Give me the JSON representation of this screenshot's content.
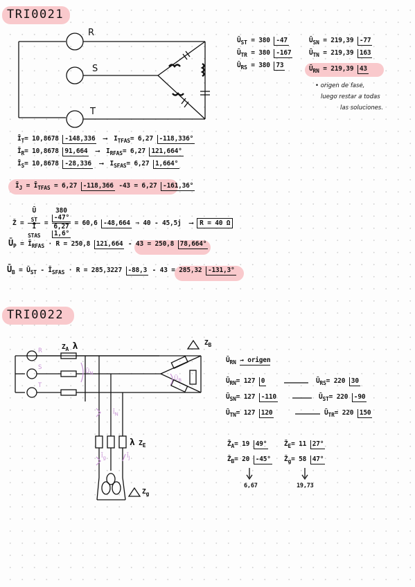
{
  "s1": {
    "title": "TRI0021",
    "circuit_labels": {
      "r": "R",
      "s": "S",
      "t": "T"
    },
    "voltages_line": [
      {
        "lhs": "Ū",
        "sub": "ST",
        "mag": "= 380",
        "ang": "-47"
      },
      {
        "lhs": "Ū",
        "sub": "TR",
        "mag": "= 380",
        "ang": "-167"
      },
      {
        "lhs": "Ū",
        "sub": "RS",
        "mag": "= 380",
        "ang": "73"
      }
    ],
    "voltages_phase": [
      {
        "lhs": "Ū",
        "sub": "SN",
        "mag": "= 219,39",
        "ang": "-77"
      },
      {
        "lhs": "Ū",
        "sub": "TN",
        "mag": "= 219,39",
        "ang": "163"
      },
      {
        "lhs": "Ū",
        "sub": "RN",
        "mag": "= 219,39",
        "ang": "43"
      }
    ],
    "note_lines": [
      "• origen de fase,",
      "luego restar a todas",
      "las soluciones."
    ],
    "currents": [
      {
        "lhs": "Ī",
        "sub": "T",
        "val": "= 10,8678",
        "ang": "-148,336",
        "rhs": "I",
        "rsub": "TFAS",
        "rval": "= 6,27",
        "rang": "-118,336°"
      },
      {
        "lhs": "Ī",
        "sub": "R",
        "val": "= 10,8678",
        "ang": "91,664",
        "rhs": "I",
        "rsub": "RFAS",
        "rval": "= 6,27",
        "rang": "121,664°"
      },
      {
        "lhs": "Ī",
        "sub": "S",
        "val": "= 10,8678",
        "ang": "-28,336",
        "rhs": "I",
        "rsub": "SFAS",
        "rval": "= 6,27",
        "rang": "1,664°"
      }
    ],
    "ij": {
      "lhs": "Ī",
      "sub": "J",
      "eq": "= Ī",
      "esub": "TFAS",
      "mid": "= 6,27",
      "ang1": "-118,366",
      "mid2": "-43 = 6,27",
      "ang2": "-161,36°"
    },
    "z": {
      "lhs": "Ž =",
      "frac1_num": "Ū",
      "frac1_num_sub": "ST",
      "frac1_den": "Ī",
      "frac1_den_sub": "STAS",
      "frac2_num": "380",
      "frac2_num_ang": "-47°",
      "frac2_den": "6,27",
      "frac2_den_ang": "1,6°",
      "result": "= 60,6",
      "result_ang": "-48,664",
      "arrow": "⇒ 40 - 45,5j",
      "boxed": "R = 40 Ω"
    },
    "up": {
      "lhs": "Ū",
      "sub": "P",
      "eq": "= Ī",
      "esub": "RFAS",
      "mid": "· R = 250,8",
      "ang": "121,664",
      "tail": "- 43",
      "res": "= 250,8",
      "res_ang": "78,664°"
    },
    "ub": {
      "lhs": "Ū",
      "sub": "B",
      "eq": "= Ū",
      "esub": "ST",
      "mid": "- Ī",
      "msub": "SFAS",
      "tail": "· R = 285,3227",
      "ang": "-88,3",
      "tail2": "- 43",
      "res": "= 285,32",
      "res_ang": "-131,3°"
    }
  },
  "s2": {
    "title": "TRI0022",
    "za_label": "Z",
    "za_sub": "A",
    "lambda": "λ",
    "zb_label": "Z",
    "zb_sub": "B",
    "ze_label": "Z",
    "ze_sub": "E",
    "zg_label": "Z",
    "zg_sub": "g",
    "pink_left": [
      "R",
      "S",
      "T"
    ],
    "pink_un": "Ū",
    "pink_un_sub": "N",
    "pink_ub": "Ū",
    "pink_ub_sub": "B",
    "pink_in": "Ī",
    "pink_in_sub": "N",
    "pink_ig": "Ī",
    "pink_ig_sub": "g",
    "pink_ij": "Ī",
    "pink_ij_sub": "J",
    "origin": {
      "lhs": "Ū",
      "sub": "RN",
      "txt": "→ origen"
    },
    "phase": [
      {
        "lhs": "Ū",
        "sub": "RN",
        "val": "= 127",
        "ang": "0"
      },
      {
        "lhs": "Ū",
        "sub": "SN",
        "val": "= 127",
        "ang": "-110"
      },
      {
        "lhs": "Ū",
        "sub": "TN",
        "val": "= 127",
        "ang": "120"
      }
    ],
    "line": [
      {
        "lhs": "Ū",
        "sub": "RS",
        "val": "= 220",
        "ang": "30"
      },
      {
        "lhs": "Ū",
        "sub": "ST",
        "val": "= 220",
        "ang": "-90"
      },
      {
        "lhs": "Ū",
        "sub": "TR",
        "val": "= 220",
        "ang": "150"
      }
    ],
    "imp": [
      {
        "lhs": "Ž",
        "sub": "A",
        "val": "= 19",
        "ang": "49°"
      },
      {
        "lhs": "Ž",
        "sub": "B",
        "val": "= 20",
        "ang": "-45°"
      },
      {
        "lhs": "Ž",
        "sub": "E",
        "val": "= 11",
        "ang": "27°"
      },
      {
        "lhs": "Ž",
        "sub": "g",
        "val": "= 58",
        "ang": "47°"
      }
    ],
    "below": [
      "6,67",
      "19,73"
    ]
  }
}
